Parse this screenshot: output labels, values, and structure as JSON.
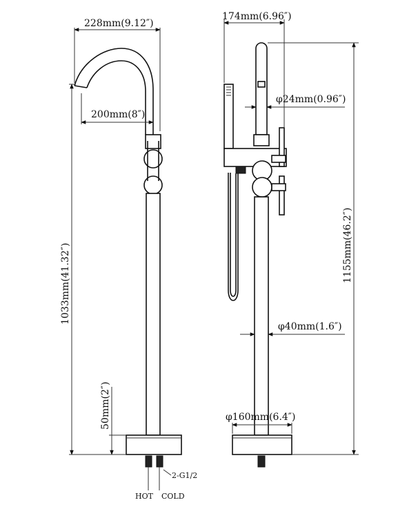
{
  "dimensions": {
    "spout_reach": "228mm(9.12″)",
    "spout_offset": "200mm(8″)",
    "total_height_left": "1033mm(41.32″)",
    "base_height": "50mm(2″)",
    "side_depth": "174mm(6.96″)",
    "handshower_diameter": "φ24mm(0.96″)",
    "total_height_right": "1155mm(46.2″)",
    "riser_diameter": "φ40mm(1.6″)",
    "base_diameter": "φ160mm(6.4″)"
  },
  "connections": {
    "thread": "2-G1/2",
    "hot": "HOT",
    "cold": "COLD"
  }
}
